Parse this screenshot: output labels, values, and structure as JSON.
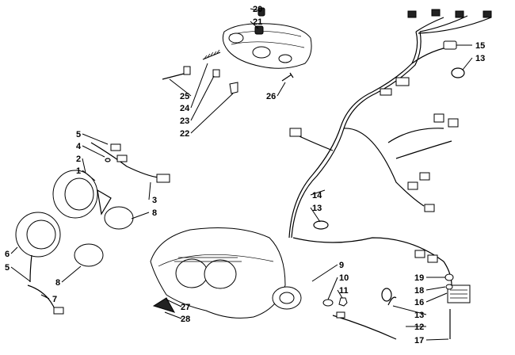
{
  "diagram": {
    "callouts": [
      "20",
      "21",
      "15",
      "13",
      "25",
      "24",
      "23",
      "22",
      "26",
      "5",
      "4",
      "2",
      "1",
      "3",
      "8",
      "14",
      "13",
      "6",
      "5",
      "8",
      "7",
      "9",
      "10",
      "11",
      "19",
      "18",
      "16",
      "13",
      "12",
      "17",
      "27",
      "28"
    ]
  }
}
